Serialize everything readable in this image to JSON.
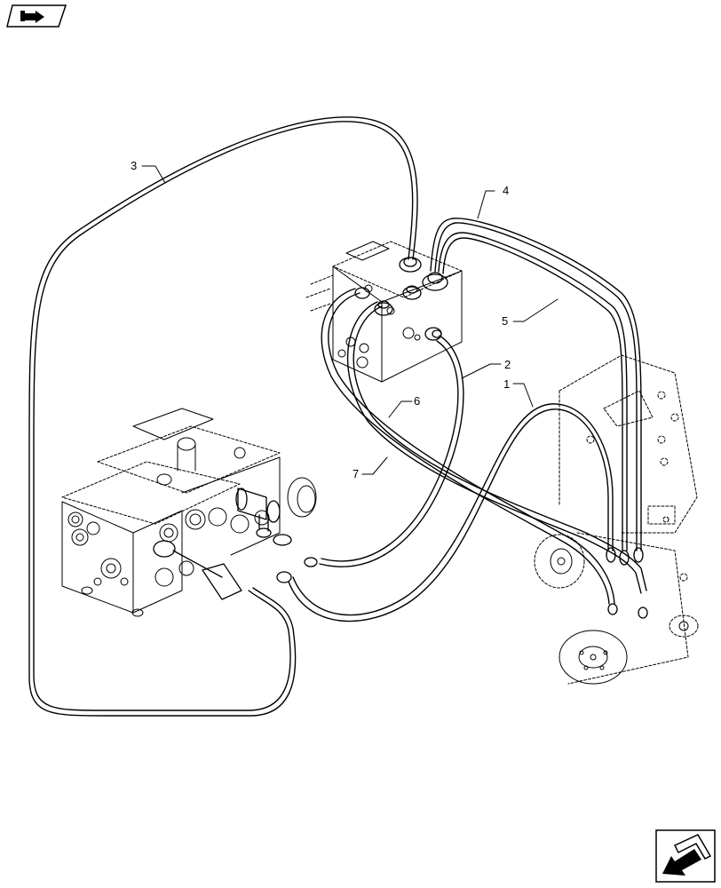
{
  "callouts": [
    {
      "id": "1",
      "label": "1"
    },
    {
      "id": "2",
      "label": "2"
    },
    {
      "id": "3",
      "label": "3"
    },
    {
      "id": "4",
      "label": "4"
    },
    {
      "id": "5",
      "label": "5"
    },
    {
      "id": "6",
      "label": "6"
    },
    {
      "id": "7",
      "label": "7"
    }
  ],
  "icons": {
    "top_left": "book-arrow-icon",
    "bottom_right": "next-page-arrow-icon"
  },
  "colors": {
    "line": "#000000",
    "background": "#ffffff"
  }
}
